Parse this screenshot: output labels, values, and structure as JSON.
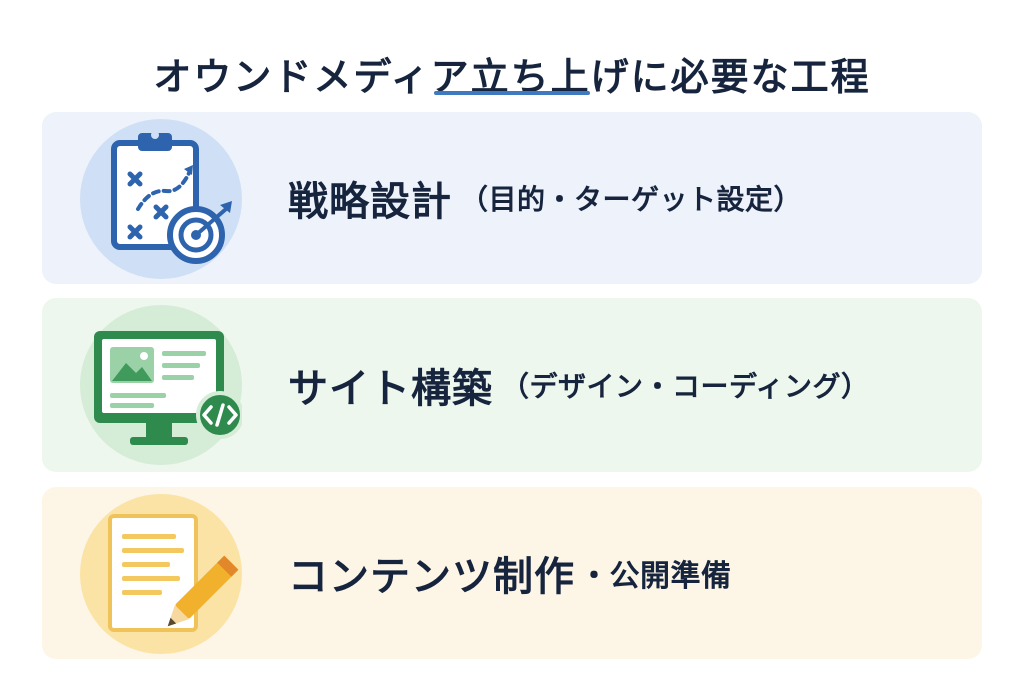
{
  "title": "オウンドメディア立ち上げに必要な工程",
  "colors": {
    "title_text": "#16243d",
    "accent_underline": "#3f7ac0",
    "step1_bg": "#eef3fb",
    "step2_bg": "#eef7ee",
    "step3_bg": "#fdf6e6"
  },
  "steps": [
    {
      "main": "戦略設計",
      "sub": "（目的・ターゲット設定）",
      "icon": "strategy-clipboard-target-icon"
    },
    {
      "main": "サイト構築",
      "sub": "（デザイン・コーディング）",
      "icon": "monitor-code-icon"
    },
    {
      "main": "コンテンツ制作",
      "sub": "・公開準備",
      "icon": "document-pencil-icon"
    }
  ]
}
